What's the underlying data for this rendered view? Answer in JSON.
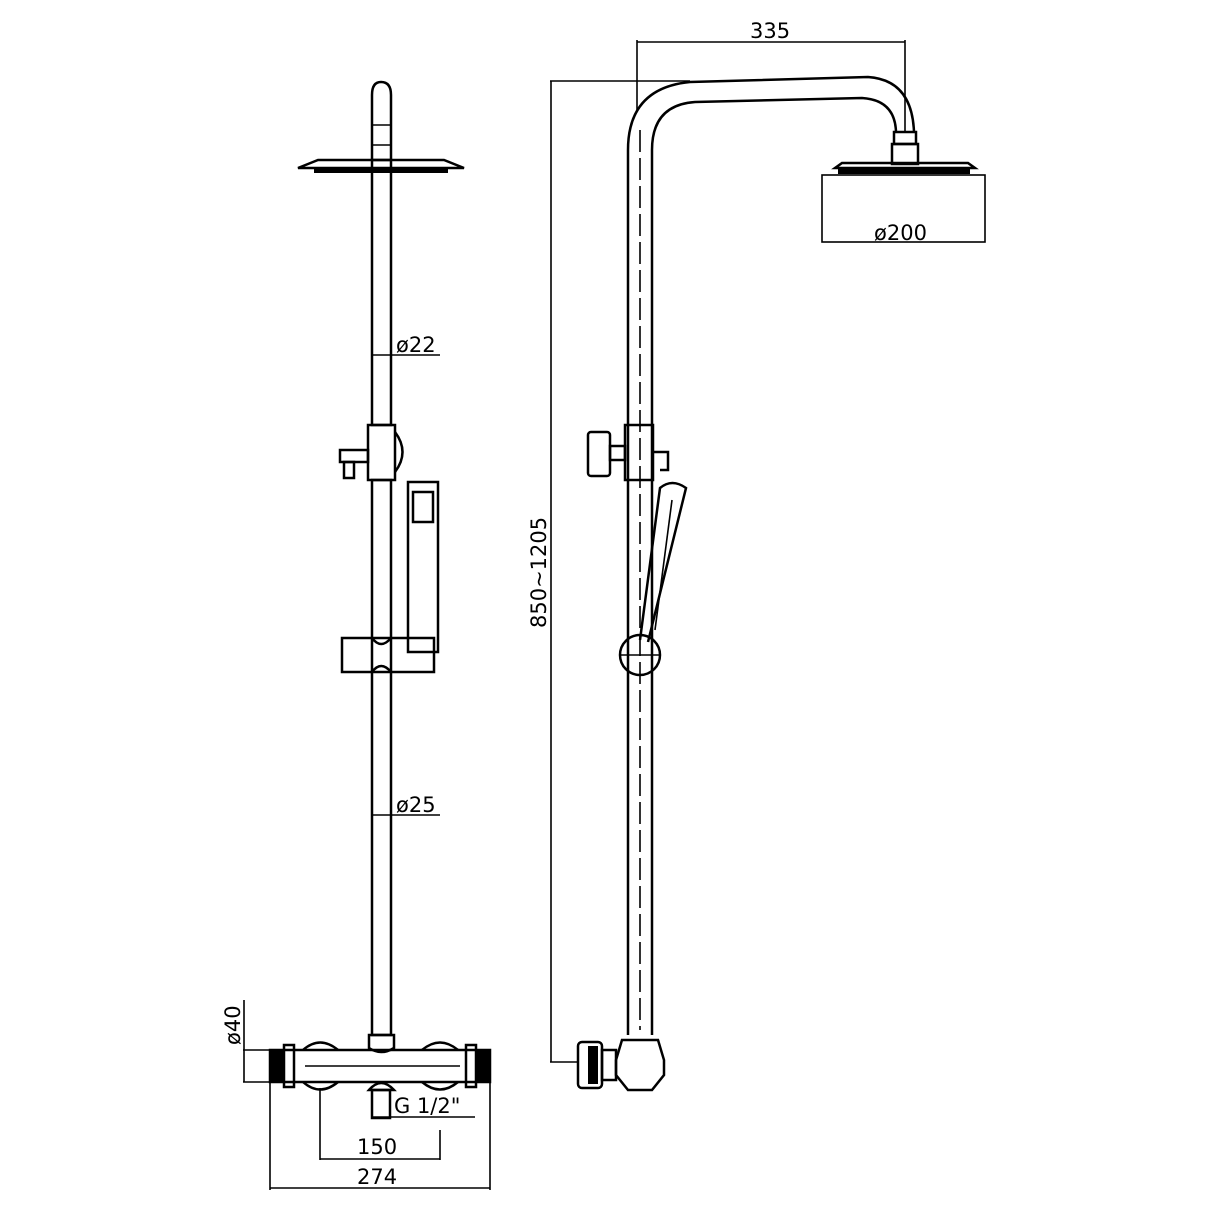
{
  "dimensions": {
    "arm_reach": "335",
    "head_diameter": "ø200",
    "upper_pipe_diameter": "ø22",
    "lower_pipe_diameter": "ø25",
    "height_range": "850~1205",
    "valve_diameter": "ø40",
    "inlet_thread": "G 1/2\"",
    "inlet_centers": "150",
    "valve_width": "274"
  },
  "colors": {
    "line": "#000000",
    "background": "#ffffff"
  }
}
